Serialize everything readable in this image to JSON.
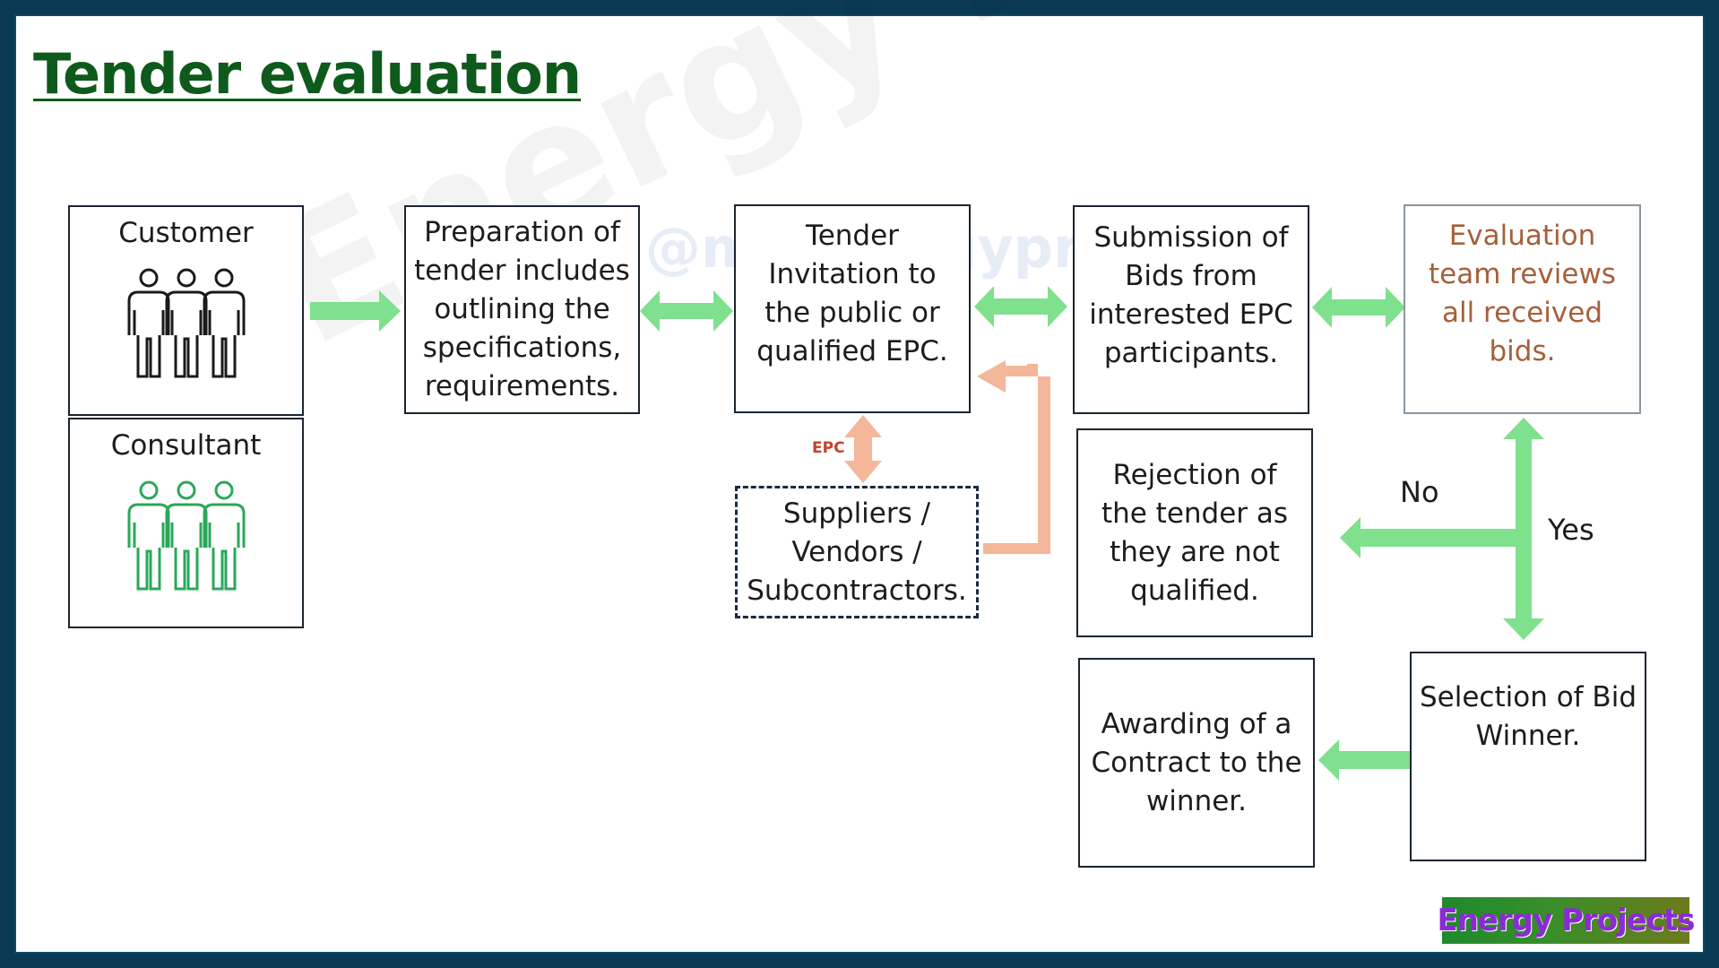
{
  "title": "Tender evaluation",
  "boxes": {
    "customer": "Customer",
    "consultant": "Consultant",
    "preparation": "Preparation of\ntender includes\noutlining the\nspecifications,\nrequirements.",
    "invitation": "Tender\nInvitation to\nthe public or\nqualified EPC.",
    "submission": "Submission of\nBids from\ninterested EPC\nparticipants.",
    "evaluation": "Evaluation\nteam reviews\nall received\nbids.",
    "suppliers": "Suppliers /\nVendors /\nSubcontractors.",
    "rejection": "Rejection of\nthe tender as\nthey are not\nqualified.",
    "selection": "Selection of Bid\nWinner.",
    "awarding": "Awarding of  a\nContract to the\nwinner."
  },
  "labels": {
    "no": "No",
    "yes": "Yes",
    "epc": "EPC"
  },
  "logo": "Energy Projects",
  "watermark": "Energy Projects",
  "watermark_handle": "@myenergyprojects",
  "colors": {
    "title": "#0e5a1c",
    "arrow_green": "#7fe08e",
    "arrow_salmon": "#f4b79a",
    "evaluation_text": "#a5603a",
    "consultant_icon": "#2aa85a",
    "customer_icon": "#1a1a1a",
    "frame": "#0b3a55"
  }
}
